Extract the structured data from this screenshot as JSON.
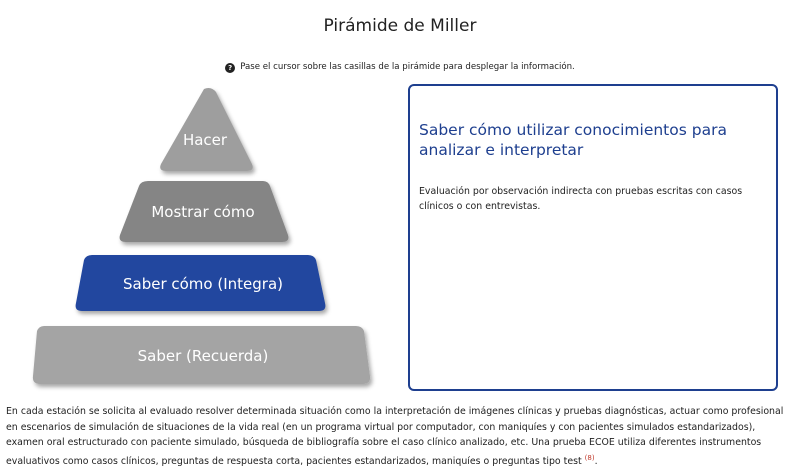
{
  "title": "Pirámide de Miller",
  "hint": {
    "icon": "question-circle-icon",
    "text": "Pase el cursor sobre las casillas de la pirámide para desplegar la información."
  },
  "pyramid": {
    "levels": [
      {
        "label": "Hacer",
        "color": "#9e9e9e",
        "selected": false
      },
      {
        "label": "Mostrar cómo",
        "color": "#858585",
        "selected": false
      },
      {
        "label": "Saber cómo (Integra)",
        "color": "#23479f",
        "selected": true
      },
      {
        "label": "Saber (Recuerda)",
        "color": "#a4a4a4",
        "selected": false
      }
    ]
  },
  "info": {
    "title": "Saber cómo utilizar conocimientos para analizar e interpretar",
    "description": "Evaluación por observación indirecta con pruebas escritas con casos clínicos o con entrevistas."
  },
  "paragraph": {
    "text": "En cada estación se solicita al evaluado resolver determinada situación como la interpretación de imágenes clínicas y pruebas diagnósticas, actuar como profesional en escenarios de simulación de situaciones de la vida real (en un programa virtual por computador, con maniquíes y con pacientes simulados estandarizados), examen oral estructurado con paciente simulado, búsqueda de bibliografía sobre el caso clínico analizado, etc. Una prueba ECOE utiliza diferentes instrumentos evaluativos como casos clínicos, preguntas de respuesta corta, pacientes estandarizados, maniquíes o preguntas tipo test",
    "citation": "(8)",
    "end": "."
  },
  "colors": {
    "accent": "#1e3f8f",
    "citation": "#c0392b"
  }
}
